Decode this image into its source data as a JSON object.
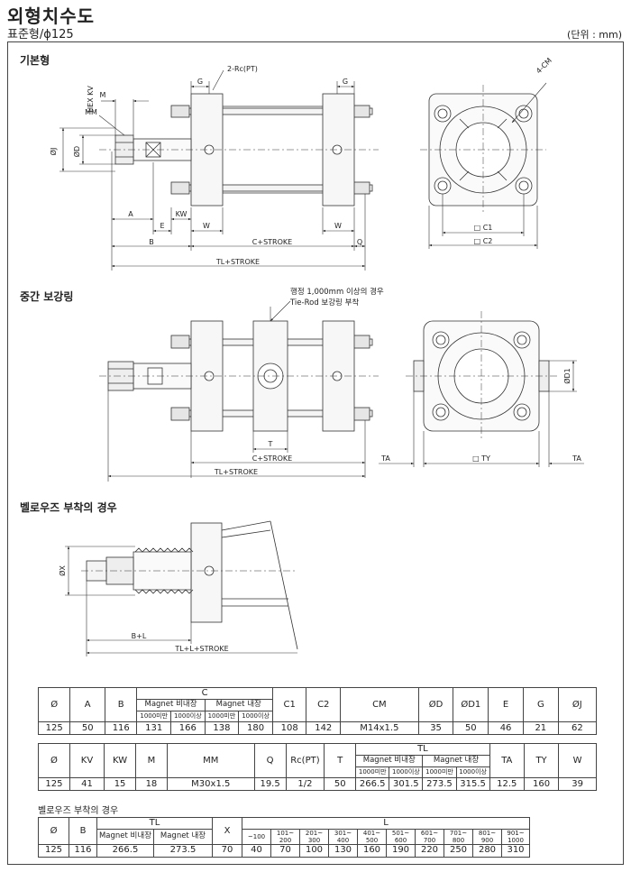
{
  "header": {
    "title": "외형치수도",
    "subtitle": "표준형/ϕ125",
    "unit": "(단위 : mm)"
  },
  "sections": {
    "basic": "기본형",
    "middle": "중간 보강링",
    "bellows": "벨로우즈 부착의 경우"
  },
  "basic_labels": {
    "hexkv": "HEX KV",
    "m": "M",
    "mm": "MM",
    "oj": "ØJ",
    "od": "ØD",
    "a": "A",
    "e": "E",
    "kw": "KW",
    "w1": "W",
    "w2": "W",
    "b": "B",
    "cstroke": "C+STROKE",
    "q": "Q",
    "tlstroke": "TL+STROKE",
    "g1": "G",
    "g2": "G",
    "rc": "2-Rc(PT)",
    "cm": "4-CM",
    "c1": "□ C1",
    "c2": "□ C2"
  },
  "middle_labels": {
    "note1": "행정 1,000mm 이상의 경우",
    "note2": "Tie-Rod 보강링 부착",
    "t": "T",
    "cstroke": "C+STROKE",
    "tlstroke": "TL+STROKE",
    "ta1": "TA",
    "ty": "□ TY",
    "ta2": "TA",
    "od1": "ØD1"
  },
  "bellows_labels": {
    "ox": "ØX",
    "bl": "B+L",
    "tll": "TL+L+STROKE"
  },
  "table1": {
    "h": {
      "bore": "Ø",
      "a": "A",
      "b": "B",
      "c": "C",
      "mag_non": "Magnet 비내장",
      "mag_in": "Magnet 내장",
      "lt1000a": "1000미만",
      "ge1000a": "1000이상",
      "lt1000b": "1000미만",
      "ge1000b": "1000이상",
      "c1": "C1",
      "c2": "C2",
      "cm": "CM",
      "od": "ØD",
      "od1": "ØD1",
      "e": "E",
      "g": "G",
      "oj": "ØJ"
    },
    "row": [
      "125",
      "50",
      "116",
      "131",
      "166",
      "138",
      "180",
      "108",
      "142",
      "M14x1.5",
      "35",
      "50",
      "46",
      "21",
      "62"
    ]
  },
  "table2": {
    "h": {
      "bore": "Ø",
      "kv": "KV",
      "kw": "KW",
      "m": "M",
      "mm": "MM",
      "q": "Q",
      "rc": "Rc(PT)",
      "t": "T",
      "tl": "TL",
      "mag_non": "Magnet 비내장",
      "mag_in": "Magnet 내장",
      "lt1000a": "1000미만",
      "ge1000a": "1000이상",
      "lt1000b": "1000미만",
      "ge1000b": "1000이상",
      "ta": "TA",
      "ty": "TY",
      "w": "W"
    },
    "row": [
      "125",
      "41",
      "15",
      "18",
      "M30x1.5",
      "19.5",
      "1/2",
      "50",
      "266.5",
      "301.5",
      "273.5",
      "315.5",
      "12.5",
      "160",
      "39"
    ]
  },
  "table3": {
    "label": "벨로우즈 부착의 경우",
    "h": {
      "bore": "Ø",
      "b": "B",
      "tl": "TL",
      "mag_non": "Magnet 비내장",
      "mag_in": "Magnet 내장",
      "x": "X",
      "l": "L",
      "ranges": [
        [
          "~100",
          ""
        ],
        [
          "101~",
          "200"
        ],
        [
          "201~",
          "300"
        ],
        [
          "301~",
          "400"
        ],
        [
          "401~",
          "500"
        ],
        [
          "501~",
          "600"
        ],
        [
          "601~",
          "700"
        ],
        [
          "701~",
          "800"
        ],
        [
          "801~",
          "900"
        ],
        [
          "901~",
          "1000"
        ]
      ]
    },
    "row": [
      "125",
      "116",
      "266.5",
      "273.5",
      "70",
      "40",
      "70",
      "100",
      "130",
      "160",
      "190",
      "220",
      "250",
      "280",
      "310"
    ]
  }
}
